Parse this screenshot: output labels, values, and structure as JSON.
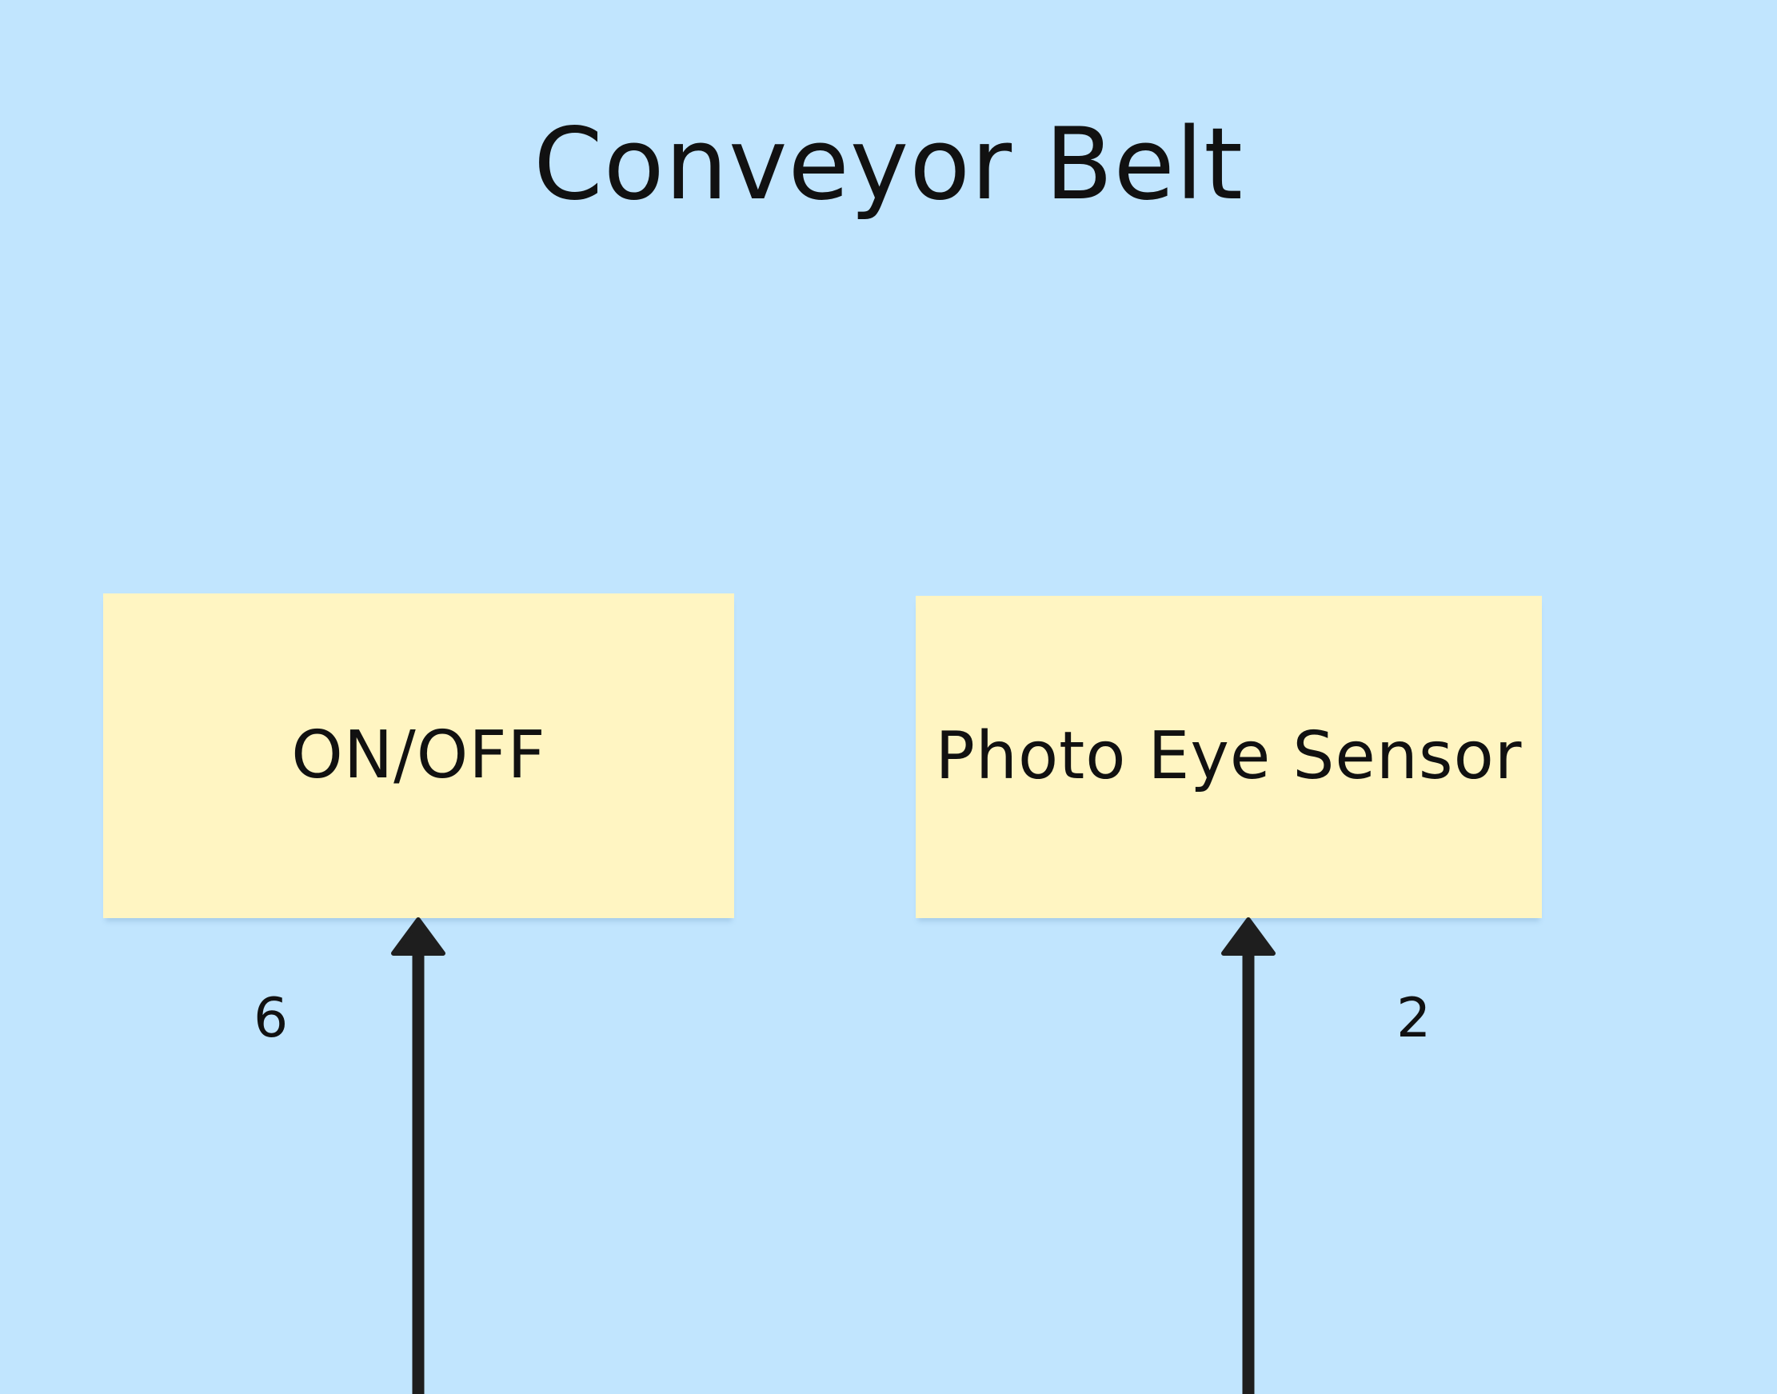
{
  "frame": {
    "title": "Conveyor Belt",
    "background_color": "#c1e5fe"
  },
  "sticky_notes": [
    {
      "label": "ON/OFF",
      "color": "#fff5c2"
    },
    {
      "label": "Photo Eye Sensor",
      "color": "#fff5c2"
    }
  ],
  "connectors": [
    {
      "label": "6",
      "target": "ON/OFF",
      "color": "#1e1e1e"
    },
    {
      "label": "2",
      "target": "Photo Eye Sensor",
      "color": "#1e1e1e"
    }
  ]
}
